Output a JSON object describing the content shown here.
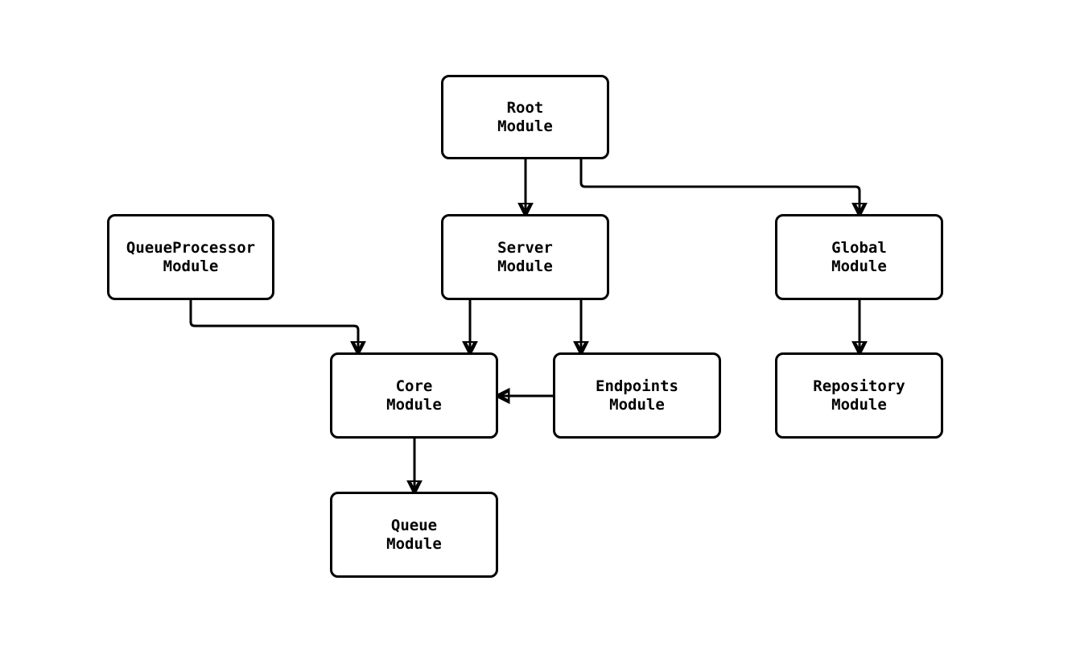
{
  "diagram": {
    "type": "flowchart",
    "direction": "top-down",
    "nodes": [
      {
        "id": "root",
        "label": "Root\nModule"
      },
      {
        "id": "queueprocessor",
        "label": "QueueProcessor\nModule"
      },
      {
        "id": "server",
        "label": "Server\nModule"
      },
      {
        "id": "global",
        "label": "Global\nModule"
      },
      {
        "id": "core",
        "label": "Core\nModule"
      },
      {
        "id": "endpoints",
        "label": "Endpoints\nModule"
      },
      {
        "id": "repository",
        "label": "Repository\nModule"
      },
      {
        "id": "queue",
        "label": "Queue\nModule"
      }
    ],
    "edges": [
      {
        "from": "Root Module",
        "to": "Server Module"
      },
      {
        "from": "Root Module",
        "to": "Global Module"
      },
      {
        "from": "QueueProcessor Module",
        "to": "Core Module"
      },
      {
        "from": "Server Module",
        "to": "Core Module"
      },
      {
        "from": "Server Module",
        "to": "Endpoints Module"
      },
      {
        "from": "Endpoints Module",
        "to": "Core Module"
      },
      {
        "from": "Global Module",
        "to": "Repository Module"
      },
      {
        "from": "Core Module",
        "to": "Queue Module"
      }
    ],
    "colors": {
      "background": "#ffffff",
      "node_fill": "#ffffff",
      "node_border": "#000000",
      "edge": "#000000",
      "text": "#000000"
    }
  }
}
